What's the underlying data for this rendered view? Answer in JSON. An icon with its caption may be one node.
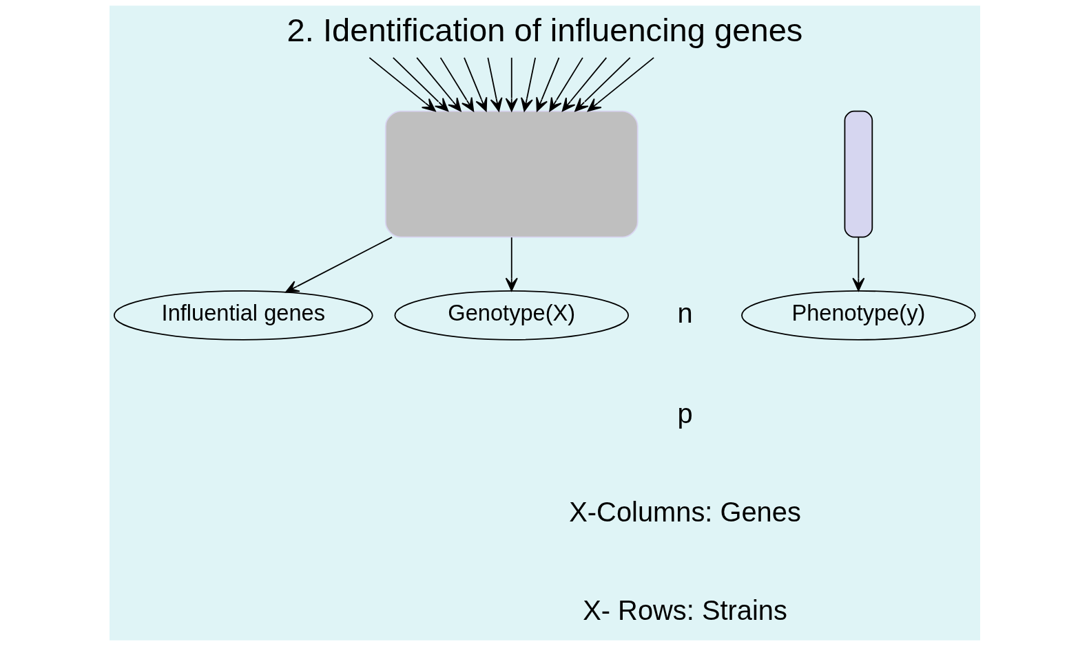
{
  "diagram": {
    "title": "2. Identification of influencing genes",
    "nodes": [
      {
        "text": [
          "Influential genes"
        ]
      },
      {
        "text": [],
        "shape": "box"
      },
      {
        "text": [],
        "shape": "bar"
      },
      {
        "text": [
          "Phenotype(y)"
        ]
      },
      {
        "text": [
          "Genotype(X)"
        ]
      }
    ],
    "edges": [
      {
        "from": null,
        "to": 1,
        "arrow": "to"
      },
      {
        "from": null,
        "to": 1,
        "arrow": "to"
      },
      {
        "from": null,
        "to": 1,
        "arrow": "to"
      },
      {
        "from": null,
        "to": 1,
        "arrow": "to"
      },
      {
        "from": null,
        "to": 1,
        "arrow": "to"
      },
      {
        "from": null,
        "to": 1,
        "arrow": "to"
      },
      {
        "from": null,
        "to": 1,
        "arrow": "to"
      },
      {
        "from": null,
        "to": 1,
        "arrow": "to"
      },
      {
        "from": null,
        "to": 1,
        "arrow": "to"
      },
      {
        "from": null,
        "to": 1,
        "arrow": "to"
      },
      {
        "from": null,
        "to": 1,
        "arrow": "to"
      },
      {
        "from": null,
        "to": 1,
        "arrow": "to"
      },
      {
        "from": null,
        "to": 1,
        "arrow": "to"
      },
      {
        "from": 1,
        "to": 0,
        "arrow": "to"
      },
      {
        "from": 2,
        "to": 3,
        "arrow": "to"
      },
      {
        "from": 1,
        "to": 4,
        "arrow": "to"
      }
    ],
    "labels": [
      "n",
      "p",
      "X-Columns: Genes",
      "X- Rows: Strains"
    ]
  }
}
